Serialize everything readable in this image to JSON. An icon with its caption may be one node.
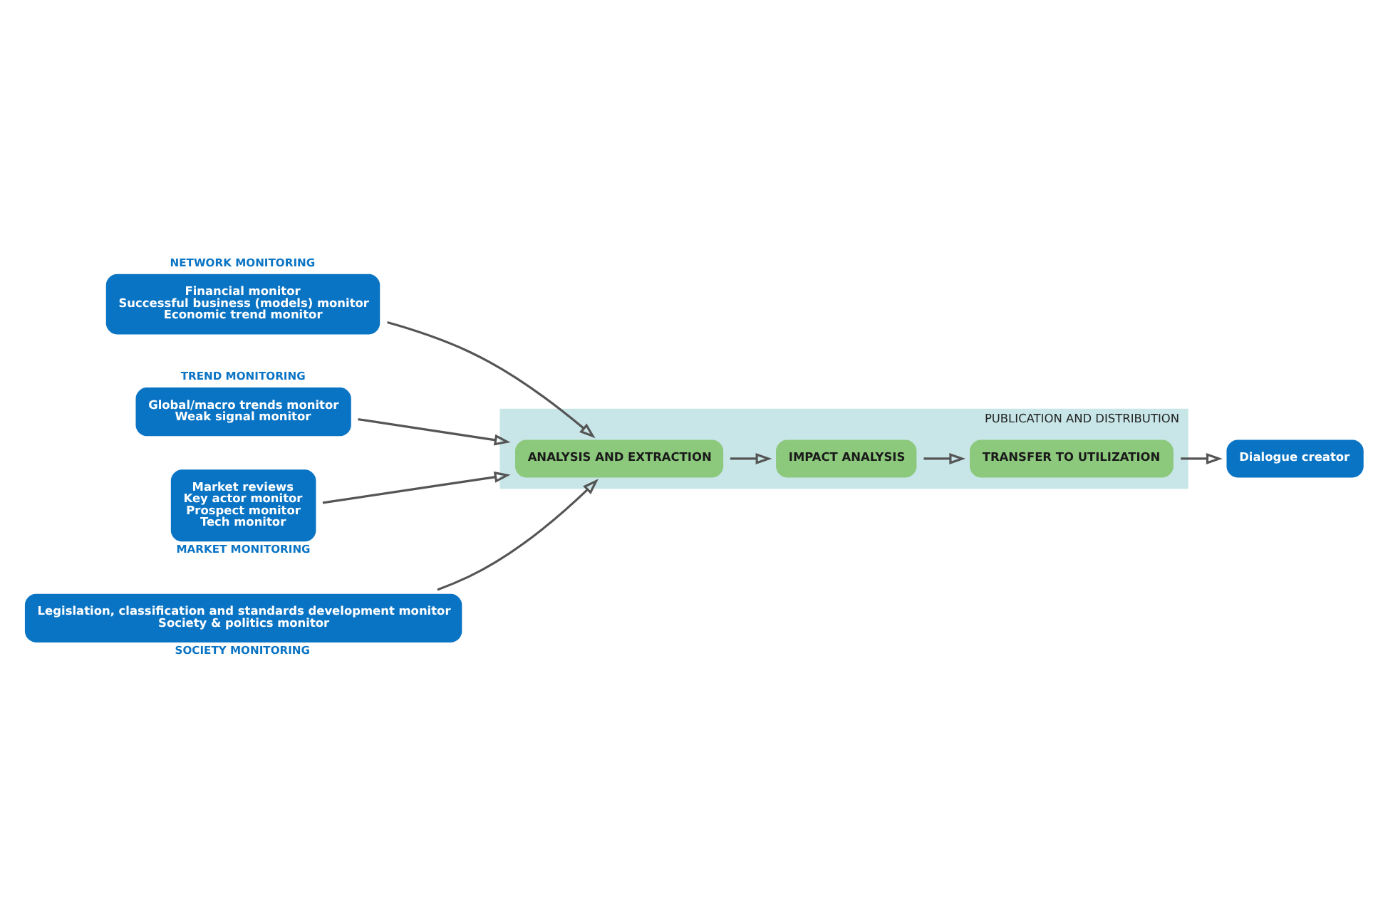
{
  "diagram": {
    "nodes": [
      {
        "text": [
          "NETWORK MONITORING",
          "Financial monitor",
          "Successful business (models) monitor",
          "Economic trend monitor"
        ]
      },
      {
        "text": [
          "TREND MONITORING",
          "Global/macro trends monitor",
          "Weak signal monitor"
        ]
      },
      {
        "text": [
          "PUBLICATION AND DISTRIBUTION"
        ]
      },
      {
        "text": [
          "ANALYSIS AND EXTRACTION"
        ],
        "in": 2
      },
      {
        "text": [
          "IMPACT ANALYSIS"
        ],
        "in": 2
      },
      {
        "text": [
          "TRANSFER TO UTILIZATION"
        ],
        "in": 2
      },
      {
        "text": [
          "Market reviews",
          "Key actor monitor",
          "Prospect monitor",
          "Tech monitor",
          "MARKET MONITORING"
        ]
      },
      {
        "text": [
          "Legislation, classification and standards development monitor",
          "Society & politics monitor",
          "SOCIETY MONITORING"
        ]
      },
      {
        "text": [
          "Dialogue creator"
        ]
      }
    ],
    "edges": [
      {
        "from": 0,
        "to": 3,
        "arrow": "to"
      },
      {
        "from": 1,
        "to": 3,
        "arrow": "to"
      },
      {
        "from": 6,
        "to": 3,
        "arrow": "to"
      },
      {
        "from": 7,
        "to": 3,
        "arrow": "to"
      },
      {
        "from": 3,
        "to": 4,
        "arrow": "to"
      },
      {
        "from": 4,
        "to": 5,
        "arrow": "to"
      },
      {
        "from": 5,
        "to": 8,
        "arrow": "to"
      }
    ]
  }
}
